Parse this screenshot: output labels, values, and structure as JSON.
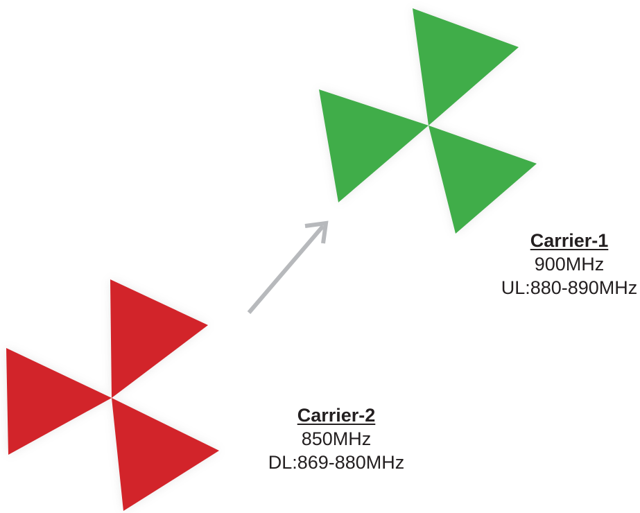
{
  "carriers": {
    "carrier1": {
      "title": "Carrier-1",
      "frequency": "900MHz",
      "band": "UL:880-890MHz",
      "color": "#40ad49",
      "icon": "tri-sector-antenna-icon"
    },
    "carrier2": {
      "title": "Carrier-2",
      "frequency": "850MHz",
      "band": "DL:869-880MHz",
      "color": "#d2242a",
      "icon": "tri-sector-antenna-icon"
    }
  },
  "arrow": {
    "color": "#b7b9bc",
    "icon": "arrow-up-right-icon"
  }
}
